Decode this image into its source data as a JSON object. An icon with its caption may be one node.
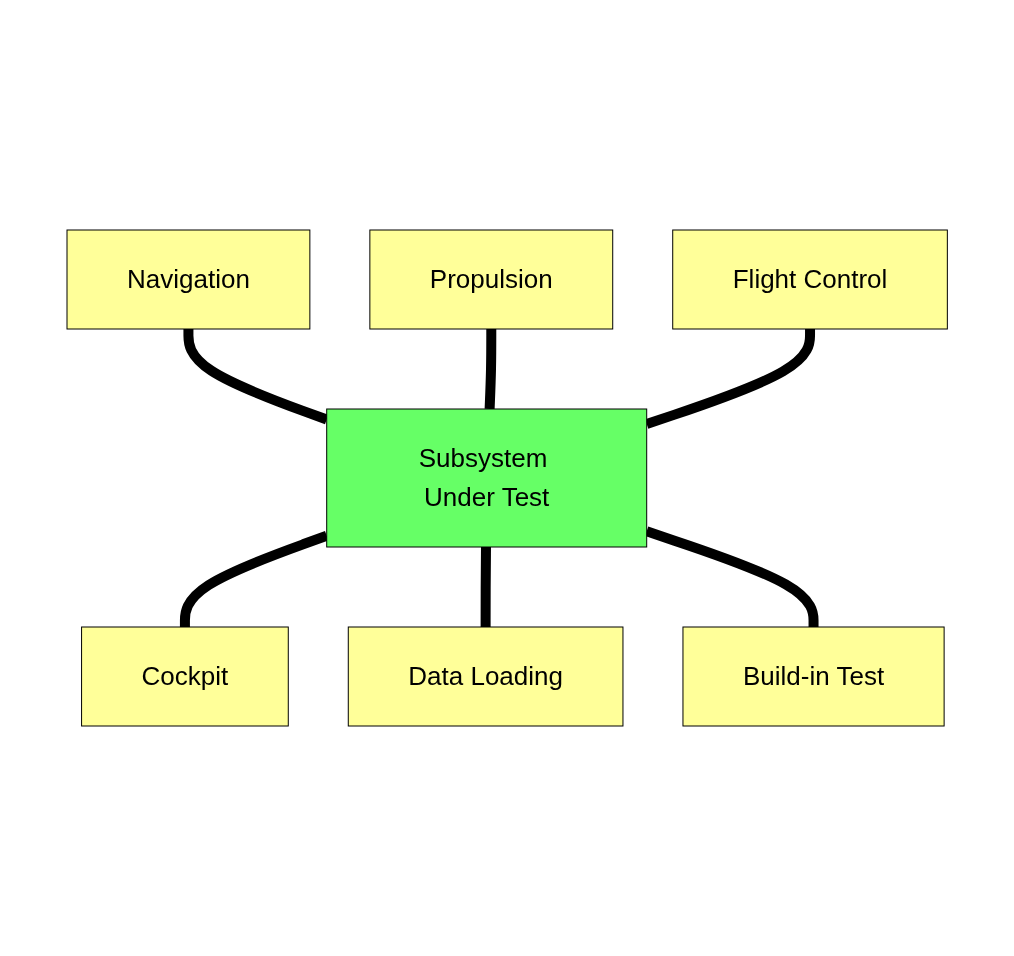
{
  "diagram": {
    "nodes": [
      {
        "text": [
          "Navigation"
        ]
      },
      {
        "text": [
          "Propulsion"
        ]
      },
      {
        "text": [
          "Flight Control"
        ]
      },
      {
        "text": [
          "Subsystem Under Test"
        ]
      },
      {
        "text": [
          "Cockpit"
        ]
      },
      {
        "text": [
          "Data Loading"
        ]
      },
      {
        "text": [
          "Build-in Test"
        ]
      }
    ],
    "edges": [
      {
        "from": 0,
        "to": 3,
        "arrow": "none"
      },
      {
        "from": 1,
        "to": 3,
        "arrow": "none"
      },
      {
        "from": 2,
        "to": 3,
        "arrow": "none"
      },
      {
        "from": 3,
        "to": 4,
        "arrow": "none"
      },
      {
        "from": 3,
        "to": 5,
        "arrow": "none"
      },
      {
        "from": 3,
        "to": 6,
        "arrow": "none"
      }
    ]
  }
}
